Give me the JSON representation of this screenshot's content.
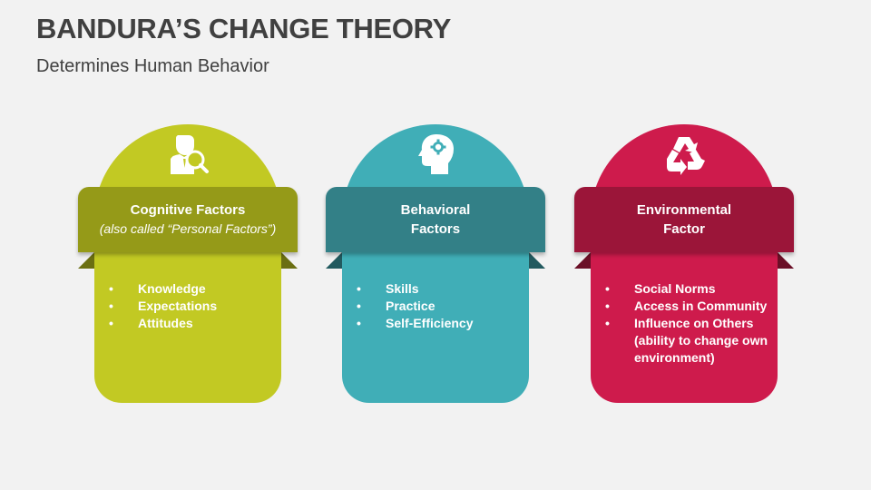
{
  "header": {
    "title": "BANDURA’S CHANGE THEORY",
    "subtitle": "Determines Human Behavior"
  },
  "cards": [
    {
      "icon": "person-search-icon",
      "heading": "Cognitive Factors",
      "subheading": "(also called “Personal Factors”)",
      "items": [
        "Knowledge",
        "Expectations",
        "Attitudes"
      ],
      "colors": {
        "main": "#c2c923",
        "ribbon": "#959a18",
        "fold": "#6b6f12"
      }
    },
    {
      "icon": "head-gear-icon",
      "heading": "Behavioral",
      "heading_line2": "Factors",
      "items": [
        "Skills",
        "Practice",
        "Self-Efficiency"
      ],
      "colors": {
        "main": "#40aeb7",
        "ribbon": "#338087",
        "fold": "#225a5f"
      }
    },
    {
      "icon": "recycle-icon",
      "heading": "Environmental",
      "heading_line2": "Factor",
      "items": [
        "Social Norms",
        "Access in Community",
        "Influence on Others (ability to change own environment)"
      ],
      "colors": {
        "main": "#ce1b4c",
        "ribbon": "#9b1539",
        "fold": "#6b0f27"
      }
    }
  ]
}
